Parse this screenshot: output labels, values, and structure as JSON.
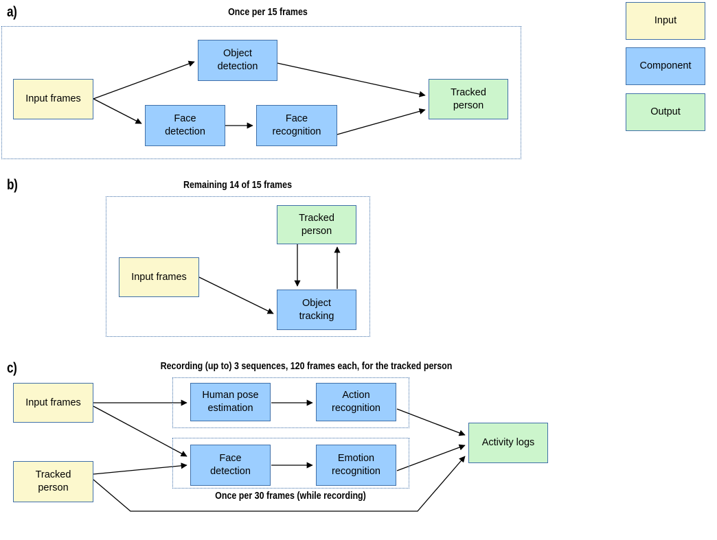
{
  "figure": {
    "background": "#ffffff",
    "colors": {
      "input_fill": "#fcf8cd",
      "component_fill": "#9cceff",
      "output_fill": "#ccf5cc",
      "box_border": "#3f6fa8",
      "edge": "#000000"
    }
  },
  "panels": [
    {
      "id": "a",
      "label": "a)",
      "caption": "Once per 15 frames",
      "nodes": [
        {
          "id": "a-input-frames",
          "label": "Input frames",
          "kind": "input"
        },
        {
          "id": "a-object-detection",
          "label": "Object\ndetection",
          "kind": "component"
        },
        {
          "id": "a-face-detection",
          "label": "Face\ndetection",
          "kind": "component"
        },
        {
          "id": "a-face-recognition",
          "label": "Face\nrecognition",
          "kind": "component"
        },
        {
          "id": "a-tracked-person",
          "label": "Tracked\nperson",
          "kind": "output"
        }
      ]
    },
    {
      "id": "b",
      "label": "b)",
      "caption": "Remaining 14 of 15 frames",
      "nodes": [
        {
          "id": "b-tracked-person",
          "label": "Tracked\nperson",
          "kind": "output"
        },
        {
          "id": "b-input-frames",
          "label": "Input frames",
          "kind": "input"
        },
        {
          "id": "b-object-tracking",
          "label": "Object\ntracking",
          "kind": "component"
        }
      ]
    },
    {
      "id": "c",
      "label": "c)",
      "caption_top": "Recording (up to) 3 sequences, 120 frames each, for the tracked person",
      "caption_bottom": "Once per 30 frames (while recording)",
      "nodes": [
        {
          "id": "c-input-frames",
          "label": "Input frames",
          "kind": "input"
        },
        {
          "id": "c-tracked-person",
          "label": "Tracked\nperson",
          "kind": "input"
        },
        {
          "id": "c-human-pose-estimation",
          "label": "Human pose\nestimation",
          "kind": "component"
        },
        {
          "id": "c-action-recognition",
          "label": "Action\nrecognition",
          "kind": "component"
        },
        {
          "id": "c-face-detection",
          "label": "Face\ndetection",
          "kind": "component"
        },
        {
          "id": "c-emotion-recognition",
          "label": "Emotion\nrecognition",
          "kind": "component"
        },
        {
          "id": "c-activity-logs",
          "label": "Activity logs",
          "kind": "output"
        }
      ]
    }
  ],
  "legend": {
    "items": [
      {
        "id": "legend-input",
        "label": "Input",
        "kind": "input"
      },
      {
        "id": "legend-component",
        "label": "Component",
        "kind": "component"
      },
      {
        "id": "legend-output",
        "label": "Output",
        "kind": "output"
      }
    ]
  }
}
